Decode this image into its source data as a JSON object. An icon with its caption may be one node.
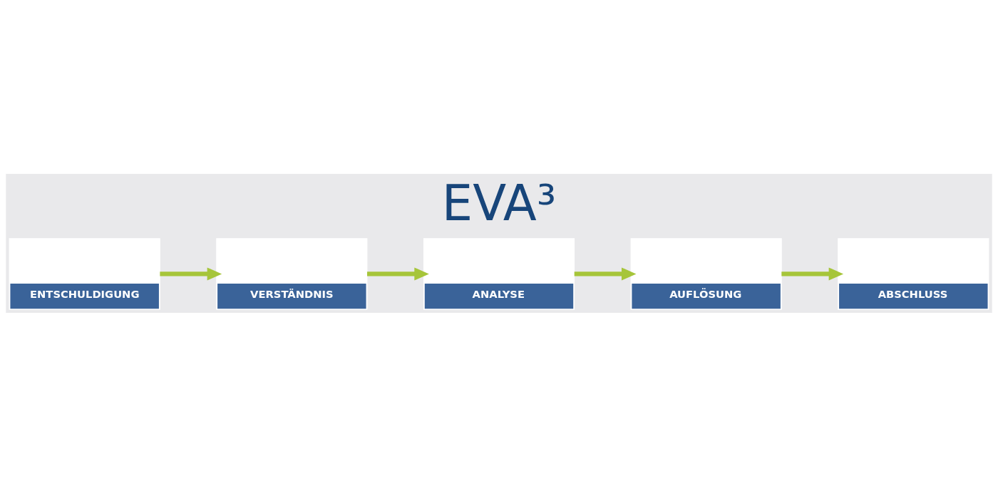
{
  "diagram": {
    "title": "EVA³",
    "nodes": [
      {
        "text": [
          "ENTSCHULDIGUNG"
        ]
      },
      {
        "text": [
          "VERSTÄNDNIS"
        ]
      },
      {
        "text": [
          "ANALYSE"
        ]
      },
      {
        "text": [
          "AUFLÖSUNG"
        ]
      },
      {
        "text": [
          "ABSCHLUSS"
        ]
      }
    ],
    "edges": [
      {
        "from": 0,
        "to": 1,
        "arrow": "to"
      },
      {
        "from": 1,
        "to": 2,
        "arrow": "to"
      },
      {
        "from": 2,
        "to": 3,
        "arrow": "to"
      },
      {
        "from": 3,
        "to": 4,
        "arrow": "to"
      }
    ]
  }
}
